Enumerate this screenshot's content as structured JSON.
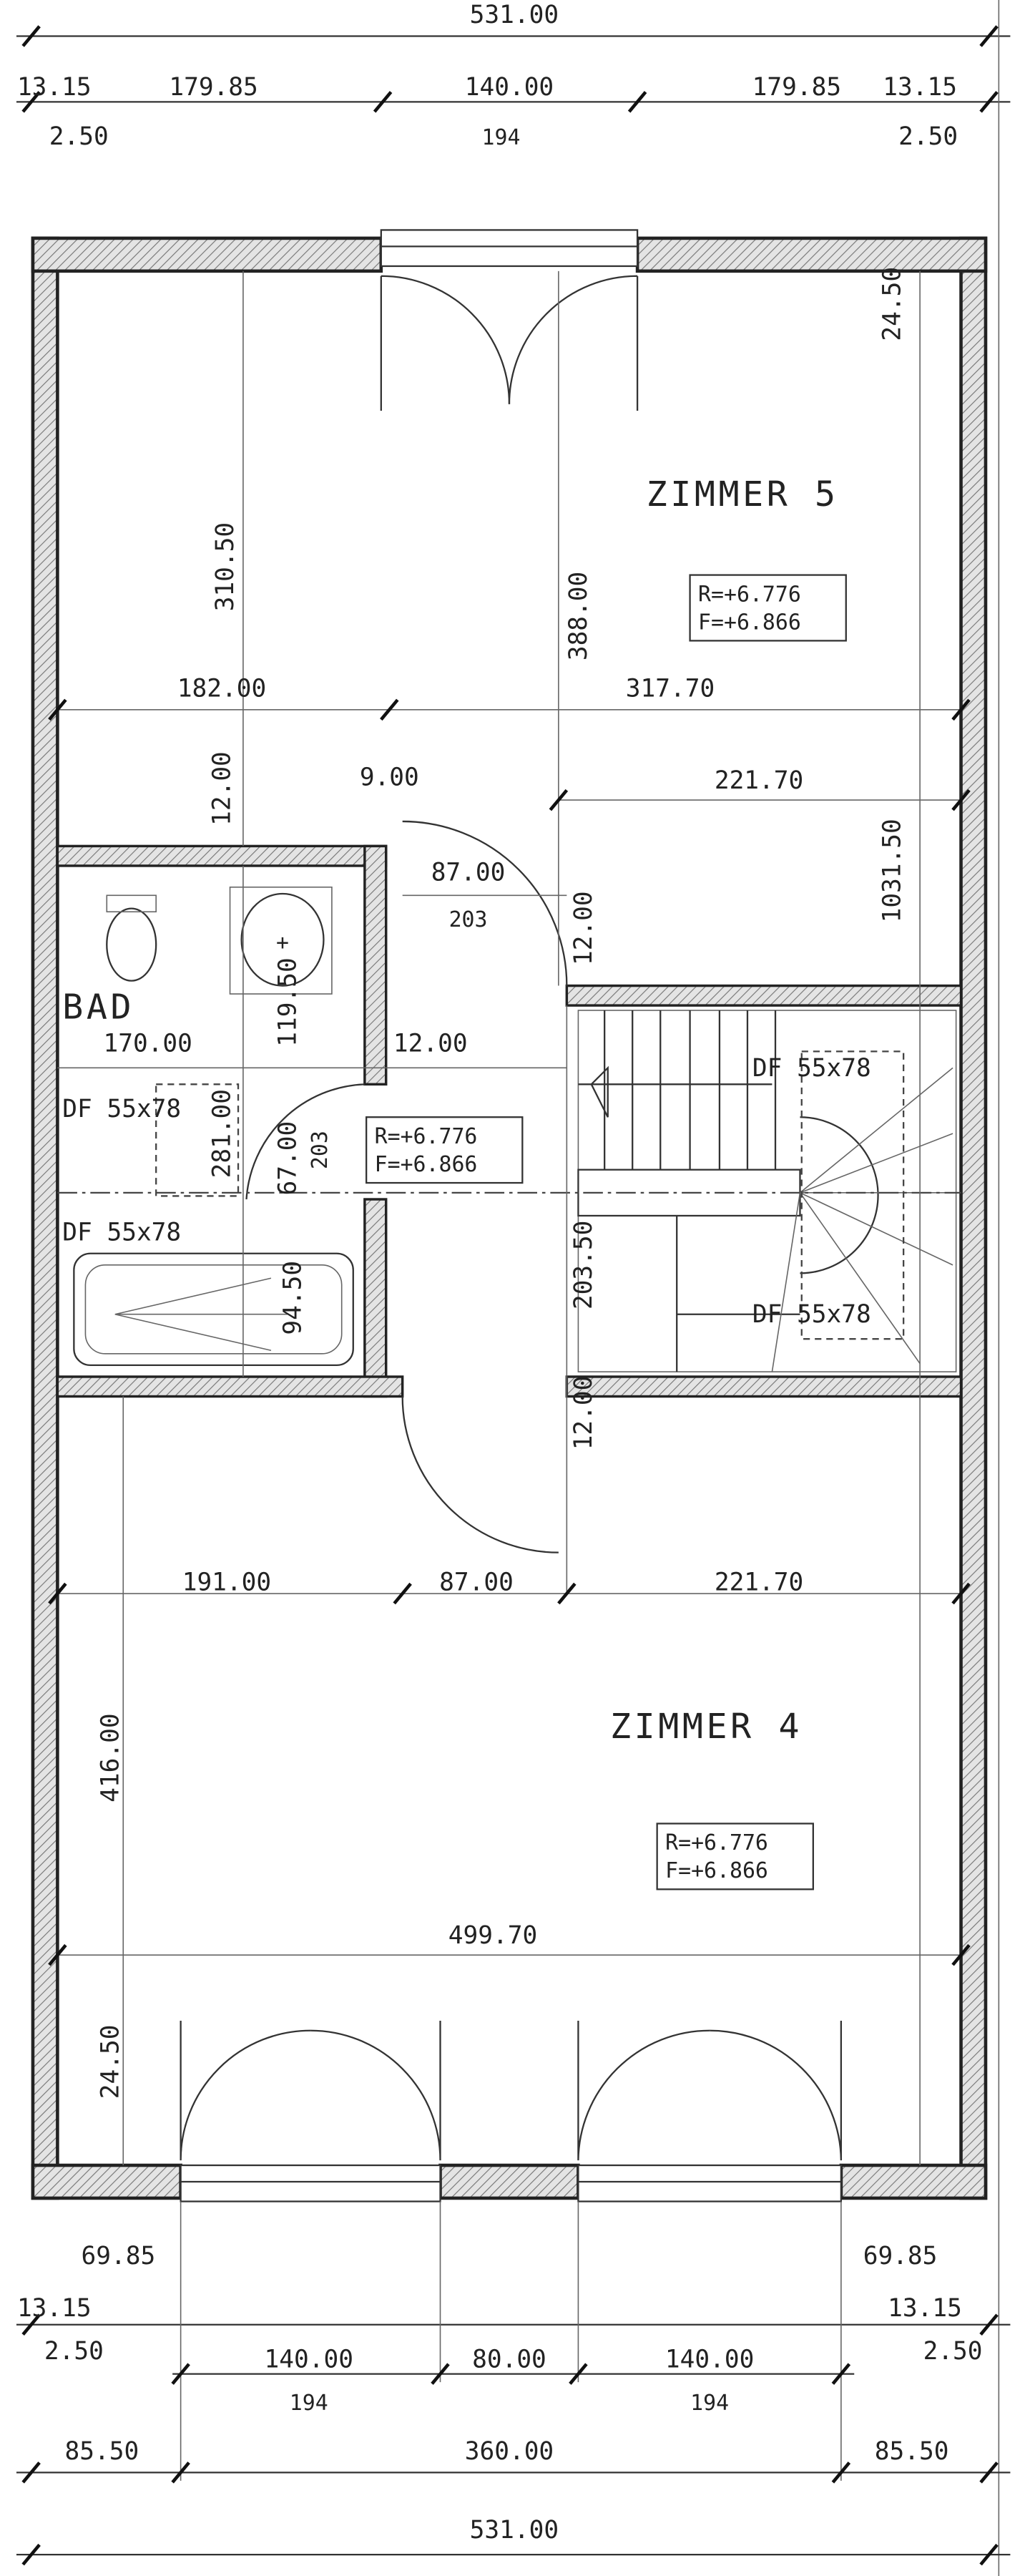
{
  "plan": {
    "rooms": [
      {
        "name": "ZIMMER 5",
        "R": "R=+6.776",
        "F": "F=+6.866"
      },
      {
        "name": "ZIMMER 4",
        "R": "R=+6.776",
        "F": "F=+6.866"
      },
      {
        "name": "BAD"
      },
      {
        "name": "",
        "R": "R=+6.776",
        "F": "F=+6.866"
      }
    ],
    "skylights": [
      "DF 55x78",
      "DF 55x78",
      "DF 55x78",
      "DF 55x78"
    ],
    "top_dims": {
      "overall": "531.00",
      "row1": [
        "13.15",
        "179.85",
        "140.00",
        "179.85",
        "13.15"
      ],
      "row2": [
        "2.50",
        "194",
        "2.50"
      ]
    },
    "interior_dims": {
      "h": [
        "182.00",
        "317.70",
        "9.00",
        "221.70",
        "87.00",
        "203",
        "12.00",
        "170.00",
        "191.00",
        "87.00",
        "221.70",
        "499.70"
      ],
      "v": [
        "310.50",
        "388.00",
        "24.50",
        "1031.50",
        "12.00",
        "12.00",
        "119.50",
        "281.00",
        "67.00",
        "203",
        "94.50",
        "203.50",
        "12.00",
        "416.00",
        "24.50"
      ]
    },
    "bottom_dims": {
      "row0": [
        "69.85",
        "69.85"
      ],
      "row1": [
        "13.15",
        "13.15"
      ],
      "row2": [
        "2.50",
        "2.50"
      ],
      "row3": [
        "140.00",
        "80.00",
        "140.00"
      ],
      "row4": [
        "194",
        "194"
      ],
      "row5": [
        "85.50",
        "360.00",
        "85.50"
      ],
      "overall": "531.00"
    }
  }
}
